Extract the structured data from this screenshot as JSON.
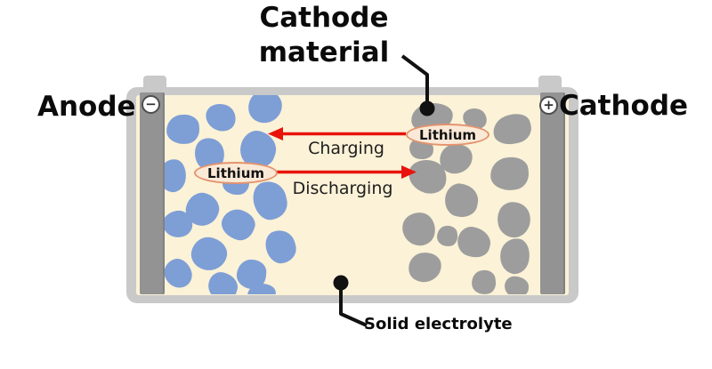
{
  "diagram": {
    "title_line1": "Cathode",
    "title_line2": "material",
    "anode_label": "Anode",
    "cathode_label": "Cathode",
    "minus_symbol": "−",
    "plus_symbol": "+",
    "charging_label": "Charging",
    "discharging_label": "Discharging",
    "lithium_label": "Lithium",
    "electrolyte_label": "Solid electrolyte"
  },
  "colors": {
    "case-gray": "#C9C9C9",
    "bar-gray": "#939393",
    "electrolyte-cream": "#FBF2D7",
    "anode-blue": "#7E9ED6",
    "cathode-gray": "#9D9D9D",
    "arrow-red": "#E8140C",
    "lithium-fill": "#FAE9D7",
    "lithium-border": "#E4936E",
    "line-black": "#111111"
  },
  "particles": {
    "anode": [
      [
        94,
        -5,
        38,
        36,
        -10,
        0
      ],
      [
        46,
        10,
        34,
        30,
        15,
        1
      ],
      [
        2,
        22,
        37,
        33,
        -5,
        2
      ],
      [
        85,
        41,
        40,
        40,
        20,
        3
      ],
      [
        34,
        48,
        33,
        37,
        -18,
        0
      ],
      [
        -6,
        72,
        30,
        37,
        8,
        1
      ],
      [
        65,
        85,
        30,
        27,
        0,
        2
      ],
      [
        100,
        97,
        37,
        43,
        -12,
        3
      ],
      [
        24,
        110,
        37,
        37,
        14,
        0
      ],
      [
        -2,
        130,
        33,
        30,
        -8,
        1
      ],
      [
        64,
        129,
        37,
        33,
        22,
        2
      ],
      [
        114,
        152,
        33,
        37,
        -15,
        3
      ],
      [
        30,
        160,
        40,
        37,
        10,
        0
      ],
      [
        0,
        184,
        30,
        33,
        -20,
        1
      ],
      [
        81,
        185,
        33,
        33,
        5,
        2
      ],
      [
        49,
        200,
        33,
        30,
        18,
        3
      ],
      [
        93,
        212,
        32,
        24,
        -6,
        0
      ]
    ],
    "cathode": [
      [
        277,
        9,
        47,
        33,
        -8,
        0
      ],
      [
        335,
        15,
        27,
        23,
        12,
        1
      ],
      [
        369,
        22,
        43,
        33,
        -15,
        2
      ],
      [
        275,
        49,
        27,
        23,
        6,
        3
      ],
      [
        309,
        55,
        37,
        33,
        -12,
        0
      ],
      [
        274,
        73,
        43,
        37,
        15,
        1
      ],
      [
        366,
        70,
        43,
        37,
        -6,
        2
      ],
      [
        315,
        100,
        37,
        37,
        10,
        3
      ],
      [
        374,
        120,
        37,
        40,
        -14,
        0
      ],
      [
        267,
        132,
        37,
        37,
        8,
        1
      ],
      [
        306,
        147,
        23,
        23,
        -5,
        2
      ],
      [
        329,
        149,
        37,
        33,
        16,
        3
      ],
      [
        274,
        177,
        37,
        33,
        -10,
        0
      ],
      [
        377,
        161,
        33,
        40,
        12,
        1
      ],
      [
        345,
        197,
        27,
        27,
        -8,
        2
      ],
      [
        382,
        204,
        27,
        23,
        5,
        3
      ]
    ]
  }
}
